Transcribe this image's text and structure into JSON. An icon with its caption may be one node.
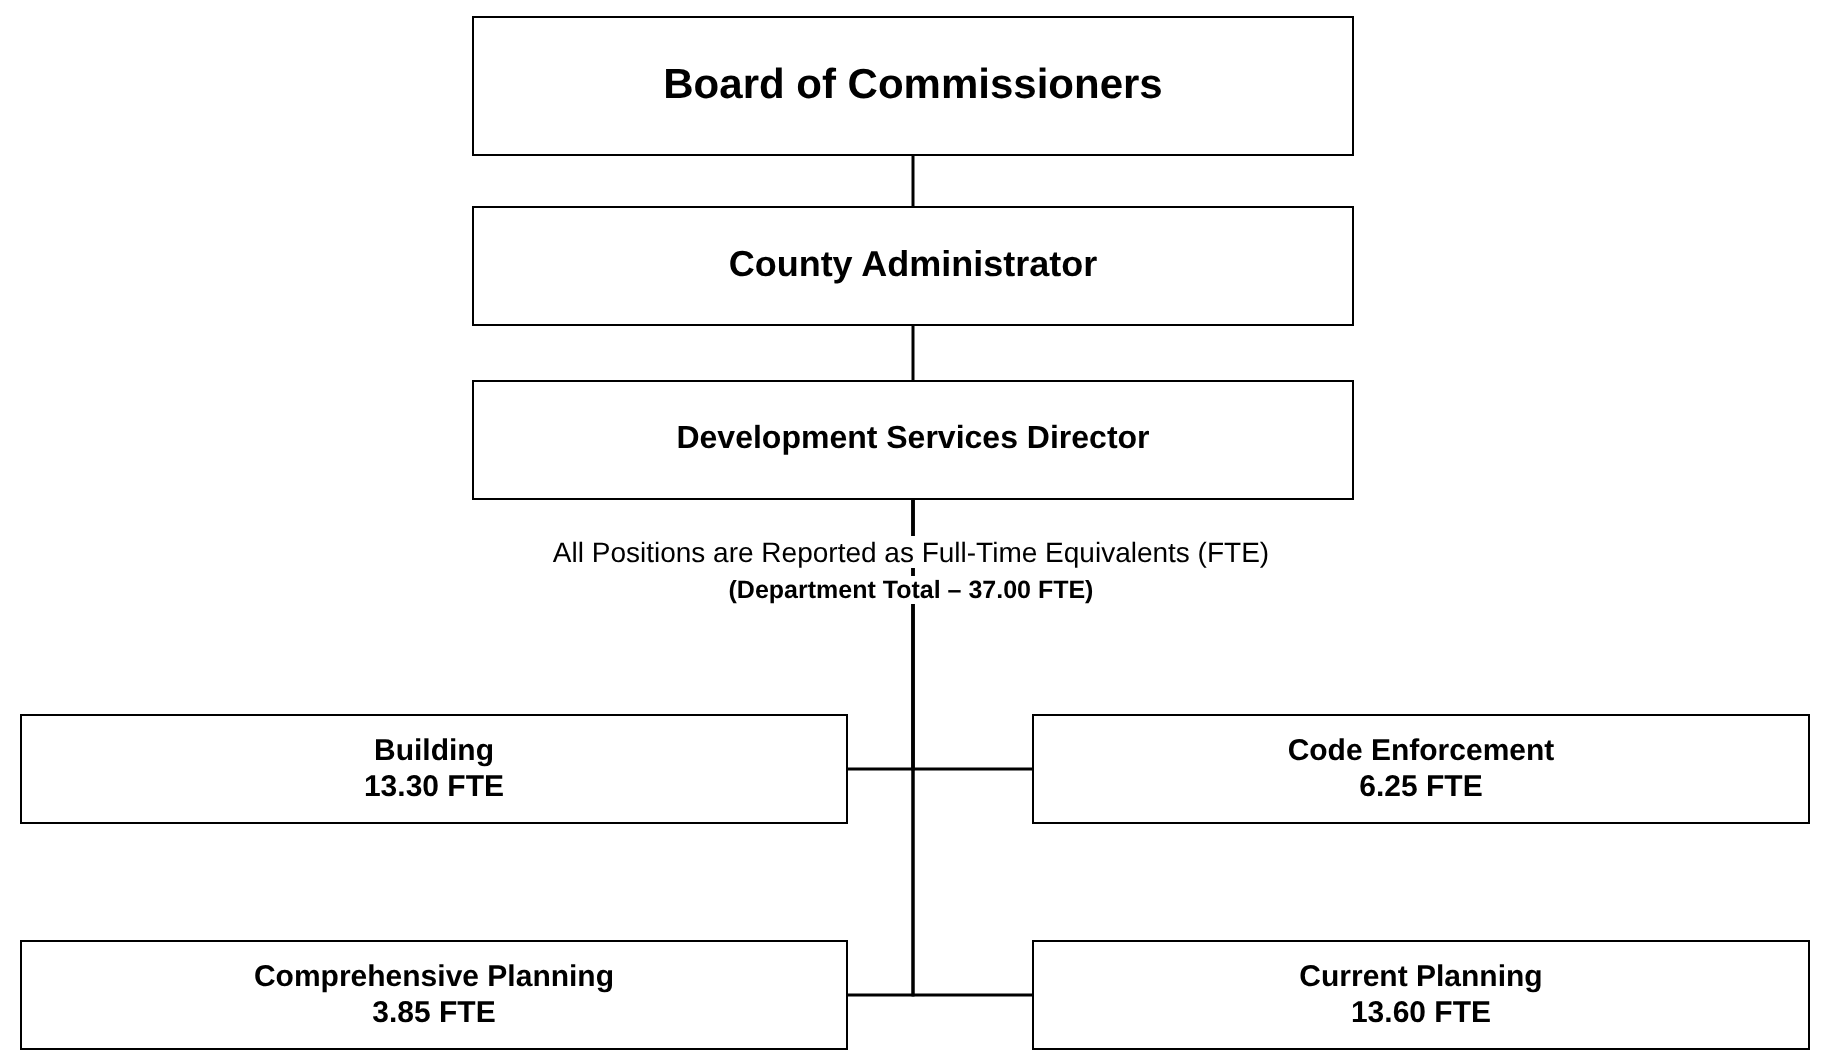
{
  "diagram": {
    "nodes": [
      {
        "text": [
          "Board of Commissioners"
        ]
      },
      {
        "text": [
          "County Administrator"
        ]
      },
      {
        "text": [
          "Development Services Director"
        ]
      },
      {
        "text": [
          "Building",
          "13.30 FTE"
        ]
      },
      {
        "text": [
          "Code Enforcement",
          "6.25 FTE"
        ]
      },
      {
        "text": [
          "Comprehensive Planning",
          "3.85 FTE"
        ]
      },
      {
        "text": [
          "Current Planning",
          "13.60 FTE"
        ]
      }
    ],
    "edges": [
      {
        "from": 0,
        "to": 1,
        "arrow": "none"
      },
      {
        "from": 1,
        "to": 2,
        "arrow": "none"
      },
      {
        "from": 2,
        "to": 3,
        "arrow": "none"
      },
      {
        "from": 2,
        "to": 4,
        "arrow": "none"
      },
      {
        "from": 2,
        "to": 5,
        "arrow": "none"
      },
      {
        "from": 2,
        "to": 6,
        "arrow": "none"
      }
    ],
    "labels": [
      "All Positions are Reported as Full-Time Equivalents (FTE)",
      "(Department Total – 37.00 FTE)"
    ]
  }
}
